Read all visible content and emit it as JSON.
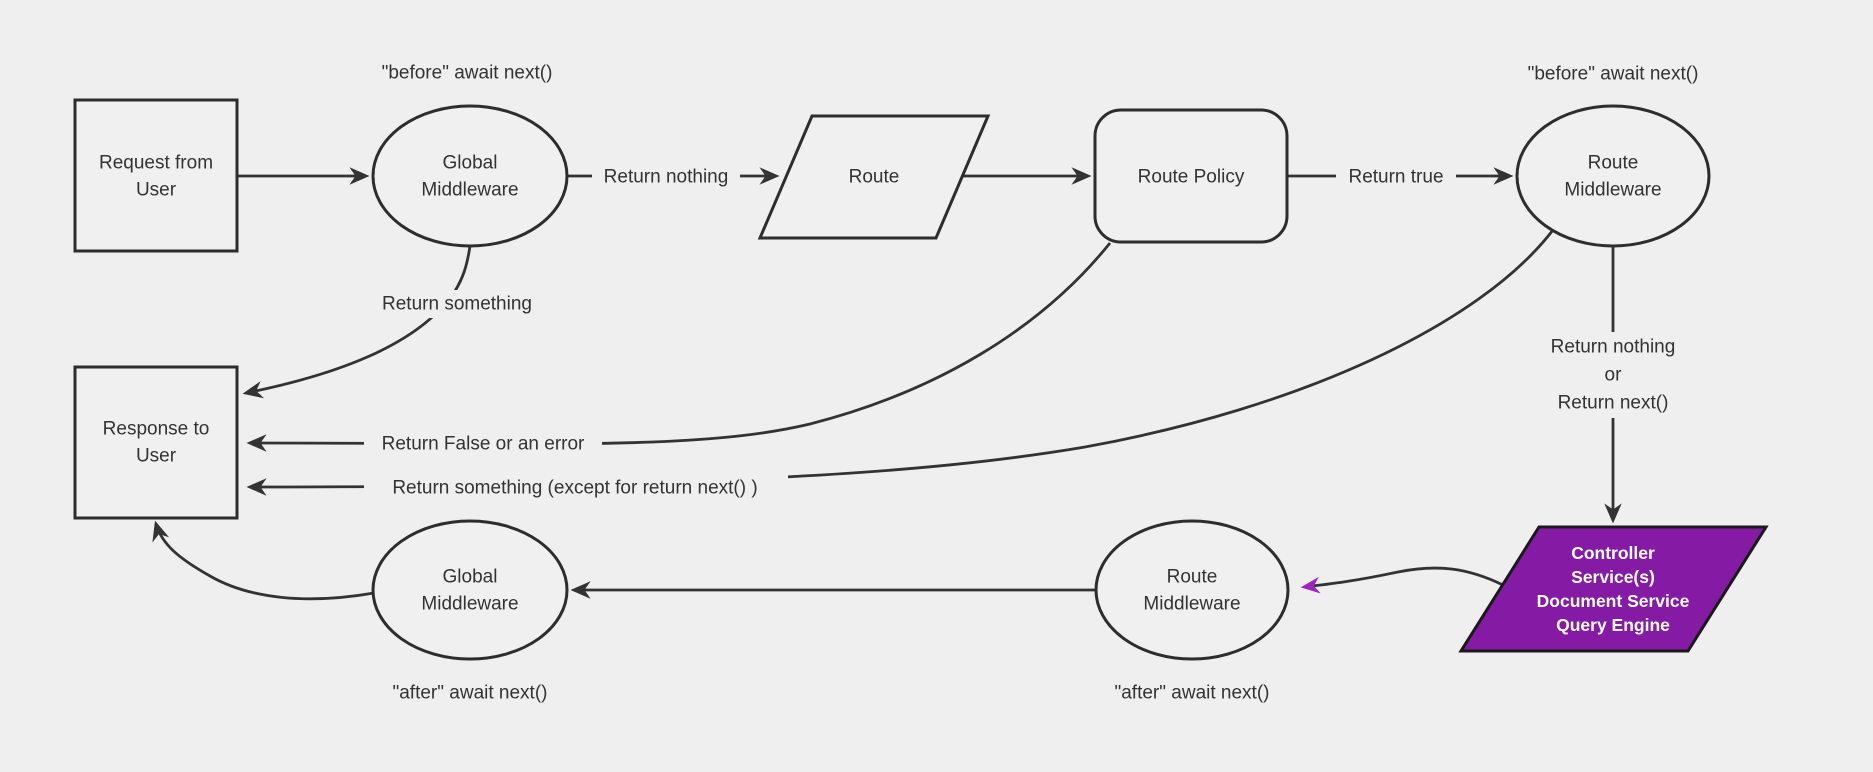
{
  "diagram": {
    "title": "request-middleware-lifecycle-flowchart",
    "colors": {
      "background": "#efefef",
      "node_stroke": "#2d2d2d",
      "edge_stroke": "#333333",
      "text": "#333333",
      "controller_fill": "#851BA5",
      "controller_stroke": "#1a1a1a",
      "controller_text": "#ffffff",
      "purple_edge": "#9B27BB"
    },
    "nodes": {
      "request": {
        "lines": [
          "Request from",
          "User"
        ]
      },
      "global_middleware_top": {
        "lines": [
          "Global",
          "Middleware"
        ]
      },
      "route": {
        "label": "Route"
      },
      "route_policy": {
        "label": "Route Policy"
      },
      "route_middleware_top": {
        "lines": [
          "Route",
          "Middleware"
        ]
      },
      "response": {
        "lines": [
          "Response to",
          "User"
        ]
      },
      "controller": {
        "lines": [
          "Controller",
          "Service(s)",
          "Document Service",
          "Query Engine"
        ]
      },
      "route_middleware_bottom": {
        "lines": [
          "Route",
          "Middleware"
        ]
      },
      "global_middleware_bottom": {
        "lines": [
          "Global",
          "Middleware"
        ]
      }
    },
    "edge_labels": {
      "return_nothing": "Return nothing",
      "return_true": "Return true",
      "return_something": "Return something",
      "return_false_or_error": "Return False or an error",
      "return_something_except": "Return something (except for return next() )",
      "return_nothing_or_next": {
        "lines": [
          "Return nothing",
          "or",
          "Return next()"
        ]
      }
    },
    "annotations": {
      "before_await_left": "\"before\" await next()",
      "before_await_right": "\"before\" await next()",
      "after_await_left": "\"after\" await next()",
      "after_await_right": "\"after\" await next()"
    }
  }
}
